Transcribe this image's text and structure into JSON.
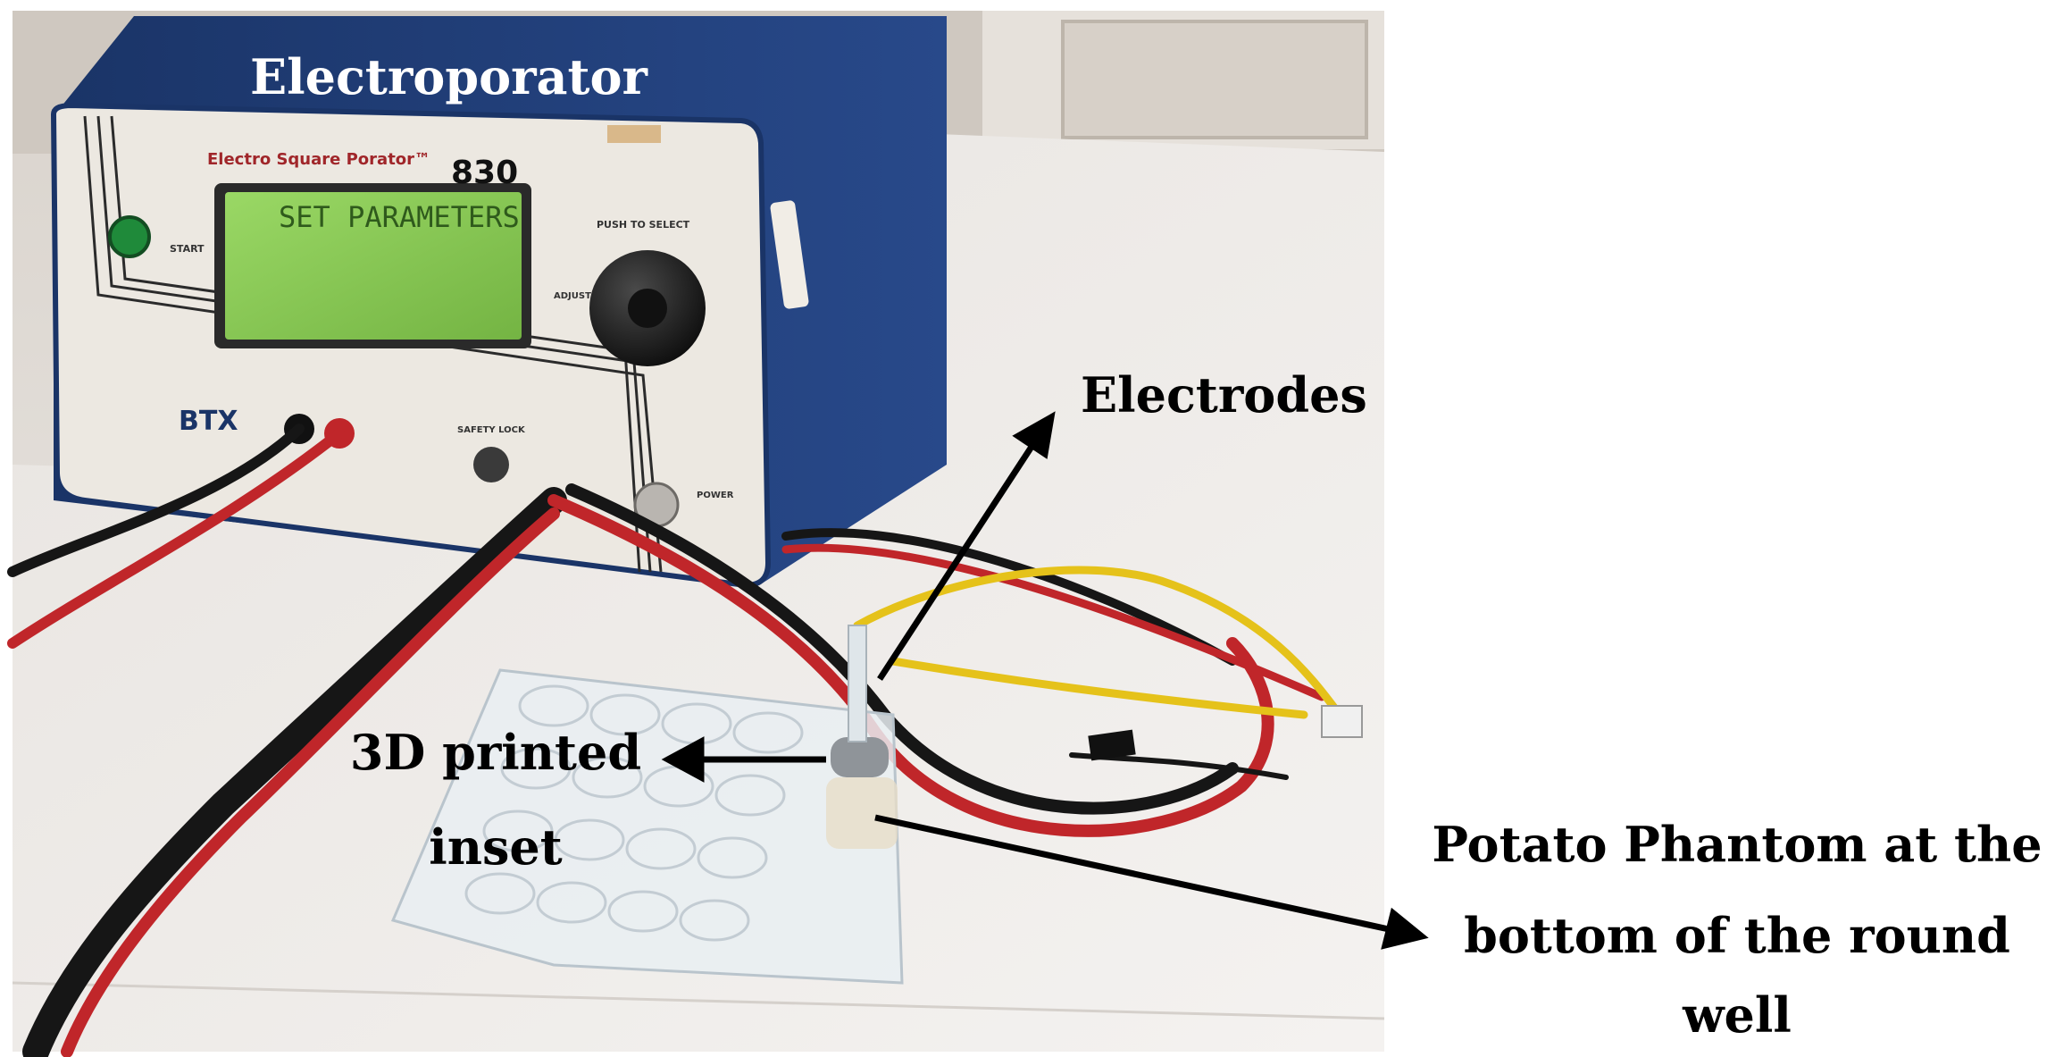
{
  "labels": {
    "electroporator": "Electroporator",
    "electrodes": "Electrodes",
    "inset_line1": "3D printed",
    "inset_line2": "inset",
    "phantom_line1": "Potato Phantom at the",
    "phantom_line2": "bottom of the round",
    "phantom_line3": "well"
  },
  "device": {
    "brand_line": "Electro Square Porator™",
    "model_number": "830",
    "logo": "BTX",
    "lcd_line1": "SET PARAMETERS",
    "start_label": "START",
    "knob_label_top": "PUSH TO SELECT",
    "knob_label_side": "ADJUST",
    "power_label": "POWER",
    "safety_label": "SAFETY LOCK"
  },
  "colors": {
    "device_body": "#1f3f7a",
    "device_panel": "#ece8e1",
    "lcd": "#8fcf5a",
    "start_button": "#1f8a3a",
    "cable_red": "#c0262a",
    "cable_black": "#161616",
    "cable_yellow": "#e5c21a",
    "arrow": "#000000"
  }
}
